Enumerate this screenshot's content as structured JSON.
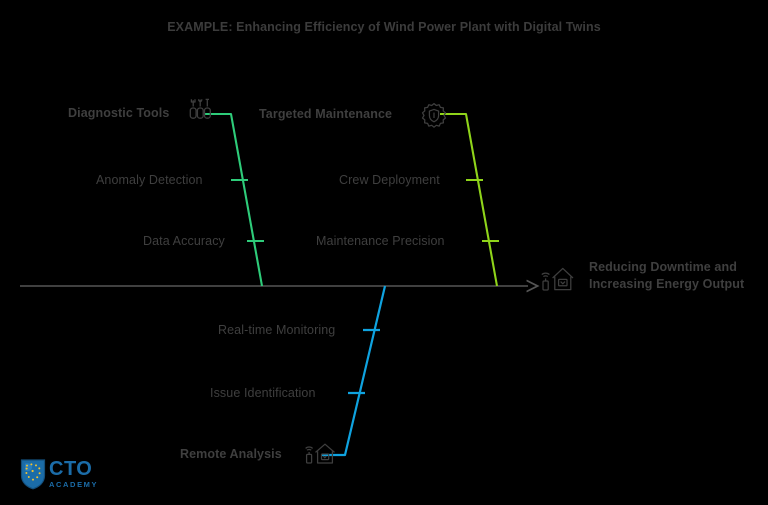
{
  "title": "EXAMPLE: Enhancing Efficiency of Wind Power Plant with Digital Twins",
  "effect": {
    "text": "Reducing Downtime and Increasing Energy Output",
    "icon": "smart-home-icon"
  },
  "colors": {
    "background": "#000000",
    "text": "#3f3f3f",
    "spine": "#555555",
    "branch_left": "#2ecc7a",
    "branch_right": "#8fd41a",
    "branch_bottom": "#0fa3e0",
    "logo_blue": "#1b6ca8",
    "logo_gold": "#f2c230"
  },
  "branches": [
    {
      "id": "left",
      "color": "#2ecc7a",
      "causes": [
        {
          "label": "Diagnostic Tools",
          "bold": true,
          "icon": "tools-icon"
        },
        {
          "label": "Anomaly Detection",
          "bold": false,
          "icon": null
        },
        {
          "label": "Data Accuracy",
          "bold": false,
          "icon": null
        }
      ]
    },
    {
      "id": "right",
      "color": "#8fd41a",
      "causes": [
        {
          "label": "Targeted Maintenance",
          "bold": true,
          "icon": "gear-shield-icon"
        },
        {
          "label": "Crew Deployment",
          "bold": false,
          "icon": null
        },
        {
          "label": "Maintenance Precision",
          "bold": false,
          "icon": null
        }
      ]
    },
    {
      "id": "bottom",
      "color": "#0fa3e0",
      "causes": [
        {
          "label": "Real-time Monitoring",
          "bold": false,
          "icon": null
        },
        {
          "label": "Issue Identification",
          "bold": false,
          "icon": null
        },
        {
          "label": "Remote Analysis",
          "bold": true,
          "icon": "smart-home-icon"
        }
      ]
    }
  ],
  "logo": {
    "name": "CTO",
    "subtitle": "ACADEMY"
  }
}
